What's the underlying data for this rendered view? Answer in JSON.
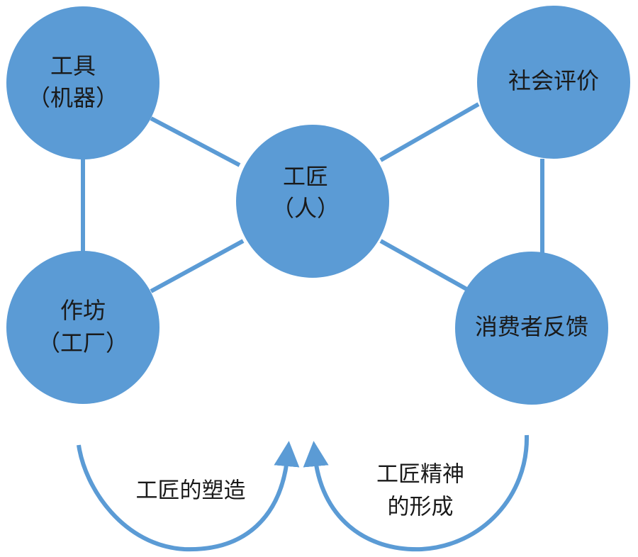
{
  "colors": {
    "node_fill": "#5b9bd5",
    "node_stroke": "#5b9bd5",
    "edge": "#5b9bd5",
    "arrow": "#5b9bd5",
    "text": "#1a1a1a"
  },
  "nodes": {
    "tools": {
      "line1": "工具",
      "line2": "（机器）"
    },
    "craftsman": {
      "line1": "工匠",
      "line2": "（人）"
    },
    "social": {
      "line1": "社会评价"
    },
    "workshop": {
      "line1": "作坊",
      "line2": "（工厂）"
    },
    "feedback": {
      "line1": "消费者反馈"
    }
  },
  "labels": {
    "shaping": "工匠的塑造",
    "spirit_line1": "工匠精神",
    "spirit_line2": "的形成"
  }
}
